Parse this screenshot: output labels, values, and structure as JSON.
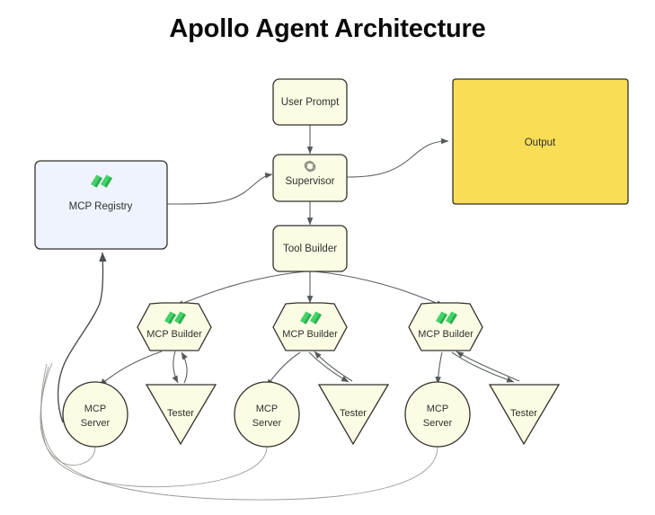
{
  "title": "Apollo Agent Architecture",
  "colors": {
    "background": "#ffffff",
    "node_fill": "#fcfbe4",
    "node_stroke": "#32332c",
    "registry_fill": "#eef3fd",
    "output_fill": "#f8dd55",
    "edge": "#5a5f63",
    "edge_thin": "#9a9a96",
    "mcp_icon_green": "#4cd964",
    "supervisor_icon_gray": "#8b8b83",
    "title_color": "#0b0b0b",
    "label_color": "#30302e"
  },
  "nodes": {
    "user_prompt": {
      "label": "User Prompt",
      "shape": "rounded-rect"
    },
    "supervisor": {
      "label": "Supervisor",
      "shape": "rounded-rect",
      "icon": "openai-logo-icon"
    },
    "output": {
      "label": "Output",
      "shape": "rect",
      "fill": "#f8dd55"
    },
    "mcp_registry": {
      "label": "MCP Registry",
      "shape": "rounded-rect",
      "icon": "mcp-logo-icon",
      "fill": "#eef3fd"
    },
    "tool_builder": {
      "label": "Tool Builder",
      "shape": "rounded-rect"
    },
    "mcp_builder_1": {
      "label": "MCP Builder",
      "shape": "hexagon",
      "icon": "mcp-logo-icon"
    },
    "mcp_builder_2": {
      "label": "MCP Builder",
      "shape": "hexagon",
      "icon": "mcp-logo-icon"
    },
    "mcp_builder_3": {
      "label": "MCP Builder",
      "shape": "hexagon",
      "icon": "mcp-logo-icon"
    },
    "mcp_server_1": {
      "label_line1": "MCP",
      "label_line2": "Server",
      "shape": "circle"
    },
    "mcp_server_2": {
      "label_line1": "MCP",
      "label_line2": "Server",
      "shape": "circle"
    },
    "mcp_server_3": {
      "label_line1": "MCP",
      "label_line2": "Server",
      "shape": "circle"
    },
    "tester_1": {
      "label": "Tester",
      "shape": "inverted-triangle"
    },
    "tester_2": {
      "label": "Tester",
      "shape": "inverted-triangle"
    },
    "tester_3": {
      "label": "Tester",
      "shape": "inverted-triangle"
    }
  },
  "edges": [
    {
      "from": "user_prompt",
      "to": "supervisor",
      "style": "straight-arrow"
    },
    {
      "from": "supervisor",
      "to": "output",
      "style": "curve-arrow"
    },
    {
      "from": "mcp_registry",
      "to": "supervisor",
      "style": "curve-arrow"
    },
    {
      "from": "supervisor",
      "to": "tool_builder",
      "style": "straight-arrow"
    },
    {
      "from": "tool_builder",
      "to": "mcp_builder_1",
      "style": "curve-arrow"
    },
    {
      "from": "tool_builder",
      "to": "mcp_builder_2",
      "style": "straight-arrow"
    },
    {
      "from": "tool_builder",
      "to": "mcp_builder_3",
      "style": "curve-arrow"
    },
    {
      "from": "mcp_builder_1",
      "to": "mcp_server_1",
      "style": "curve-arrow"
    },
    {
      "from": "mcp_builder_1",
      "to": "tester_1",
      "style": "curve-arrow"
    },
    {
      "from": "tester_1",
      "to": "mcp_builder_1",
      "style": "curve-arrow"
    },
    {
      "from": "mcp_builder_2",
      "to": "mcp_server_2",
      "style": "curve-arrow"
    },
    {
      "from": "mcp_builder_2",
      "to": "tester_2",
      "style": "curve-arrow"
    },
    {
      "from": "tester_2",
      "to": "mcp_builder_2",
      "style": "curve-arrow"
    },
    {
      "from": "mcp_builder_3",
      "to": "mcp_server_3",
      "style": "curve-arrow"
    },
    {
      "from": "mcp_builder_3",
      "to": "tester_3",
      "style": "curve-arrow"
    },
    {
      "from": "tester_3",
      "to": "mcp_builder_3",
      "style": "curve-arrow"
    },
    {
      "from": "mcp_server_1",
      "to": "mcp_registry",
      "style": "long-curve"
    },
    {
      "from": "mcp_server_2",
      "to": "mcp_registry",
      "style": "long-curve"
    },
    {
      "from": "mcp_server_3",
      "to": "mcp_registry",
      "style": "long-curve"
    }
  ]
}
